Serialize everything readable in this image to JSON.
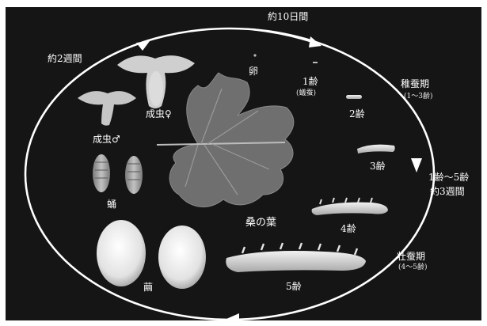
{
  "labels": {
    "top_duration": "約10日間",
    "left_duration": "約2週間",
    "egg": "卵",
    "instar1": "1齢",
    "instar1_sub": "(蟻蚕)",
    "young_period": "稚蚕期",
    "young_period_sub": "(1〜3齢)",
    "instar2": "2齢",
    "instar3": "3齢",
    "larva_span": "1齢〜5齢",
    "larva_duration": "約3週間",
    "instar4": "4齢",
    "late_period": "壮蚕期",
    "late_period_sub": "(4〜5齢)",
    "instar5": "5齢",
    "mulberry_leaf": "桑の葉",
    "cocoon": "繭",
    "pupa": "蛹",
    "adult_male": "成虫♂",
    "adult_female": "成虫♀"
  },
  "colors": {
    "background": "#151515",
    "cycle_arrow": "#ffffff",
    "leaf": "#6f6f6f",
    "larva": "#d2d2d2",
    "cocoon": "#ededed",
    "pupa": "#9a9a9a",
    "moth": "#cfcfcf"
  }
}
